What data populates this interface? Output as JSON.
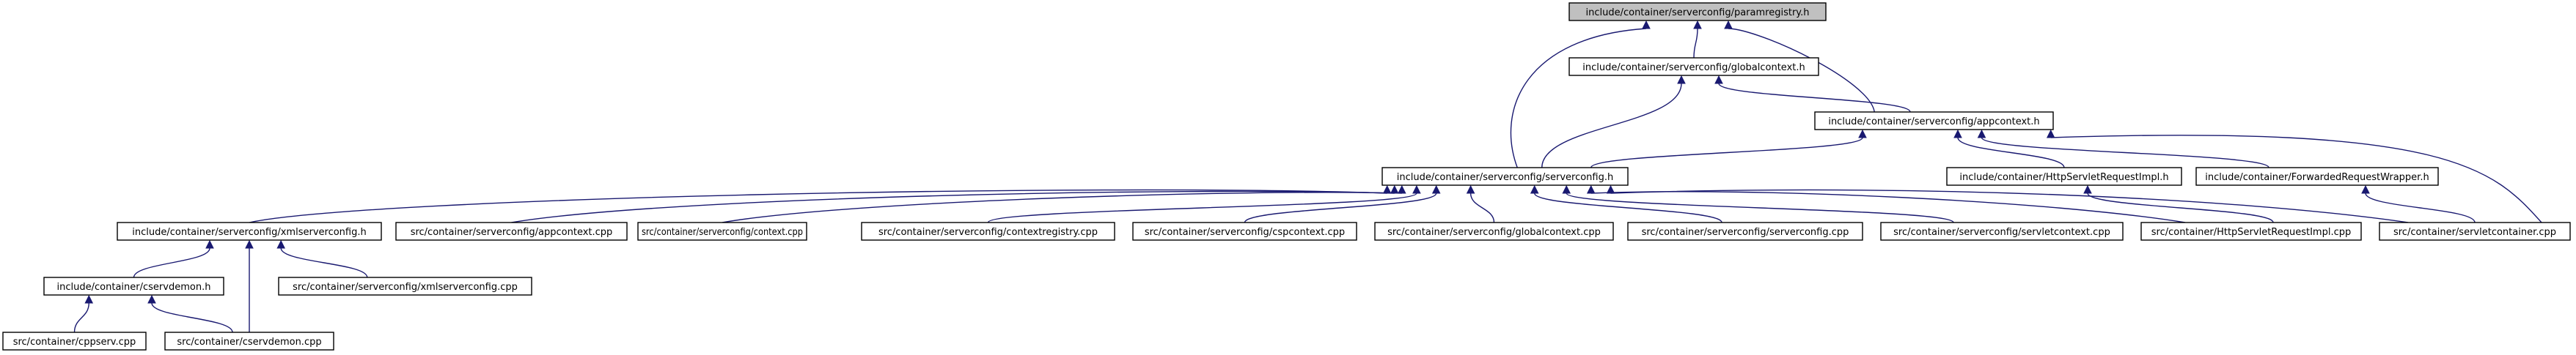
{
  "graph": {
    "nodes": [
      {
        "id": "paramregistry",
        "label": "include/container/serverconfig/paramregistry.h",
        "root": true
      },
      {
        "id": "globalcontext_h",
        "label": "include/container/serverconfig/globalcontext.h"
      },
      {
        "id": "appcontext_h",
        "label": "include/container/serverconfig/appcontext.h"
      },
      {
        "id": "serverconfig_h",
        "label": "include/container/serverconfig/serverconfig.h"
      },
      {
        "id": "httpreqimpl_h",
        "label": "include/container/HttpServletRequestImpl.h"
      },
      {
        "id": "fwdreq_h",
        "label": "include/container/ForwardedRequestWrapper.h"
      },
      {
        "id": "xmlserverconfig_h",
        "label": "include/container/serverconfig/xmlserverconfig.h"
      },
      {
        "id": "appcontext_cpp",
        "label": "src/container/serverconfig/appcontext.cpp"
      },
      {
        "id": "context_cpp",
        "label": "src/container/serverconfig/context.cpp"
      },
      {
        "id": "contextregistry_cpp",
        "label": "src/container/serverconfig/contextregistry.cpp"
      },
      {
        "id": "cspcontext_cpp",
        "label": "src/container/serverconfig/cspcontext.cpp"
      },
      {
        "id": "globalcontext_cpp",
        "label": "src/container/serverconfig/globalcontext.cpp"
      },
      {
        "id": "serverconfig_cpp",
        "label": "src/container/serverconfig/serverconfig.cpp"
      },
      {
        "id": "servletcontext_cpp",
        "label": "src/container/serverconfig/servletcontext.cpp"
      },
      {
        "id": "httpreqimpl_cpp",
        "label": "src/container/HttpServletRequestImpl.cpp"
      },
      {
        "id": "servletcontainer_cpp",
        "label": "src/container/servletcontainer.cpp"
      },
      {
        "id": "cservdemon_h",
        "label": "include/container/cservdemon.h"
      },
      {
        "id": "xmlserverconfig_cpp",
        "label": "src/container/serverconfig/xmlserverconfig.cpp"
      },
      {
        "id": "cppserv_cpp",
        "label": "src/container/cppserv.cpp"
      },
      {
        "id": "cservdemon_cpp",
        "label": "src/container/cservdemon.cpp"
      }
    ],
    "edges": [
      {
        "from": "globalcontext_h",
        "to": "paramregistry"
      },
      {
        "from": "appcontext_h",
        "to": "paramregistry"
      },
      {
        "from": "serverconfig_h",
        "to": "paramregistry"
      },
      {
        "from": "appcontext_h",
        "to": "globalcontext_h"
      },
      {
        "from": "serverconfig_h",
        "to": "globalcontext_h"
      },
      {
        "from": "serverconfig_h",
        "to": "appcontext_h"
      },
      {
        "from": "httpreqimpl_h",
        "to": "appcontext_h"
      },
      {
        "from": "fwdreq_h",
        "to": "appcontext_h"
      },
      {
        "from": "servletcontainer_cpp",
        "to": "appcontext_h"
      },
      {
        "from": "xmlserverconfig_h",
        "to": "serverconfig_h"
      },
      {
        "from": "appcontext_cpp",
        "to": "serverconfig_h"
      },
      {
        "from": "context_cpp",
        "to": "serverconfig_h"
      },
      {
        "from": "contextregistry_cpp",
        "to": "serverconfig_h"
      },
      {
        "from": "cspcontext_cpp",
        "to": "serverconfig_h"
      },
      {
        "from": "globalcontext_cpp",
        "to": "serverconfig_h"
      },
      {
        "from": "serverconfig_cpp",
        "to": "serverconfig_h"
      },
      {
        "from": "servletcontext_cpp",
        "to": "serverconfig_h"
      },
      {
        "from": "httpreqimpl_cpp",
        "to": "serverconfig_h"
      },
      {
        "from": "servletcontainer_cpp",
        "to": "serverconfig_h"
      },
      {
        "from": "httpreqimpl_cpp",
        "to": "httpreqimpl_h"
      },
      {
        "from": "servletcontainer_cpp",
        "to": "fwdreq_h"
      },
      {
        "from": "cservdemon_h",
        "to": "xmlserverconfig_h"
      },
      {
        "from": "xmlserverconfig_cpp",
        "to": "xmlserverconfig_h"
      },
      {
        "from": "cservdemon_cpp",
        "to": "xmlserverconfig_h"
      },
      {
        "from": "cppserv_cpp",
        "to": "cservdemon_h"
      },
      {
        "from": "cservdemon_cpp",
        "to": "cservdemon_h"
      }
    ],
    "colors": {
      "edge": "#191970",
      "node_border": "#000000",
      "root_fill": "#c0c0c0",
      "node_fill": "#ffffff"
    }
  }
}
